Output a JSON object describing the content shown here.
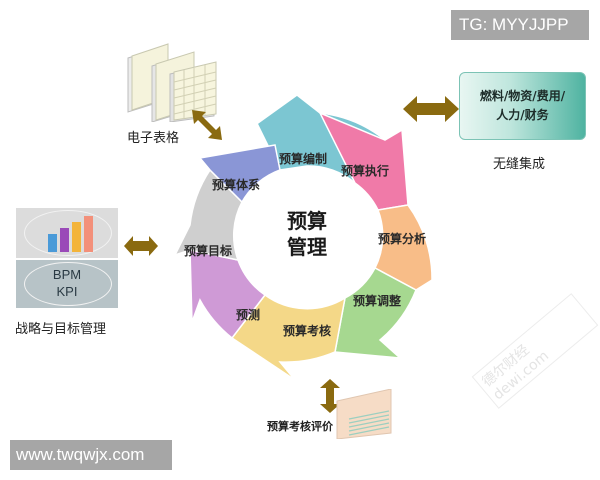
{
  "watermarks": {
    "top_right": "TG: MYYJJPP",
    "bottom_left": "www.twqwjx.com",
    "faint_stamp": "德尔财经 dewi.com"
  },
  "center": {
    "line1": "预算",
    "line2": "管理"
  },
  "cycle_steps": [
    {
      "label": "预算编制",
      "color": "#4fb0c0"
    },
    {
      "label": "预算执行",
      "color": "#ec5f95"
    },
    {
      "label": "预算分析",
      "color": "#f6a868"
    },
    {
      "label": "预算调整",
      "color": "#86cc70"
    },
    {
      "label": "预算考核",
      "color": "#f0cc60"
    },
    {
      "label": "预测",
      "color": "#b872c0"
    },
    {
      "label": "预算目标",
      "color": "#b9b9b9"
    },
    {
      "label": "预算体系",
      "color": "#6a78c8"
    }
  ],
  "satellites": {
    "spreadsheet": {
      "label": "电子表格"
    },
    "strategy": {
      "label": "战略与目标管理",
      "line1": "BPM",
      "line2": "KPI"
    },
    "integration": {
      "text_line1": "燃料/物资/费用/",
      "text_line2": "人力/财务",
      "label": "无缝集成"
    },
    "evaluation": {
      "label": "预算考核评价"
    }
  },
  "colors": {
    "arrow": "#8a6a10",
    "teal": "#4fb3a1"
  }
}
